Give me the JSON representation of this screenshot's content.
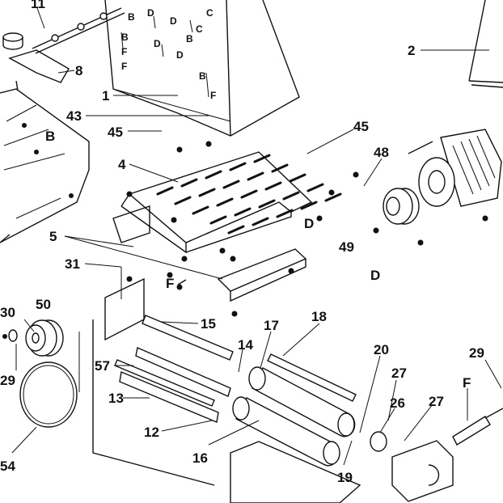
{
  "callouts": {
    "c11": "11",
    "c8": "8",
    "c1": "1",
    "c2": "2",
    "c43": "43",
    "c45a": "45",
    "c45b": "45",
    "cB_left": "B",
    "c4": "4",
    "c48": "48",
    "cD_mid": "D",
    "c49": "49",
    "cD_bot": "D",
    "c5": "5",
    "c31": "31",
    "cF_31": "F",
    "c30": "30",
    "c50": "50",
    "c29_left": "29",
    "c15": "15",
    "c17": "17",
    "c18": "18",
    "c14": "14",
    "c57": "57",
    "c20": "20",
    "c29_right": "29",
    "c27a": "27",
    "c26": "26",
    "c27b": "27",
    "cF_right": "F",
    "c13": "13",
    "c12": "12",
    "c16": "16",
    "c19": "19",
    "c54": "54"
  },
  "housing_marks": [
    "B",
    "D",
    "D",
    "C",
    "B",
    "F",
    "D",
    "B",
    "F",
    "D",
    "C",
    "B",
    "F"
  ]
}
